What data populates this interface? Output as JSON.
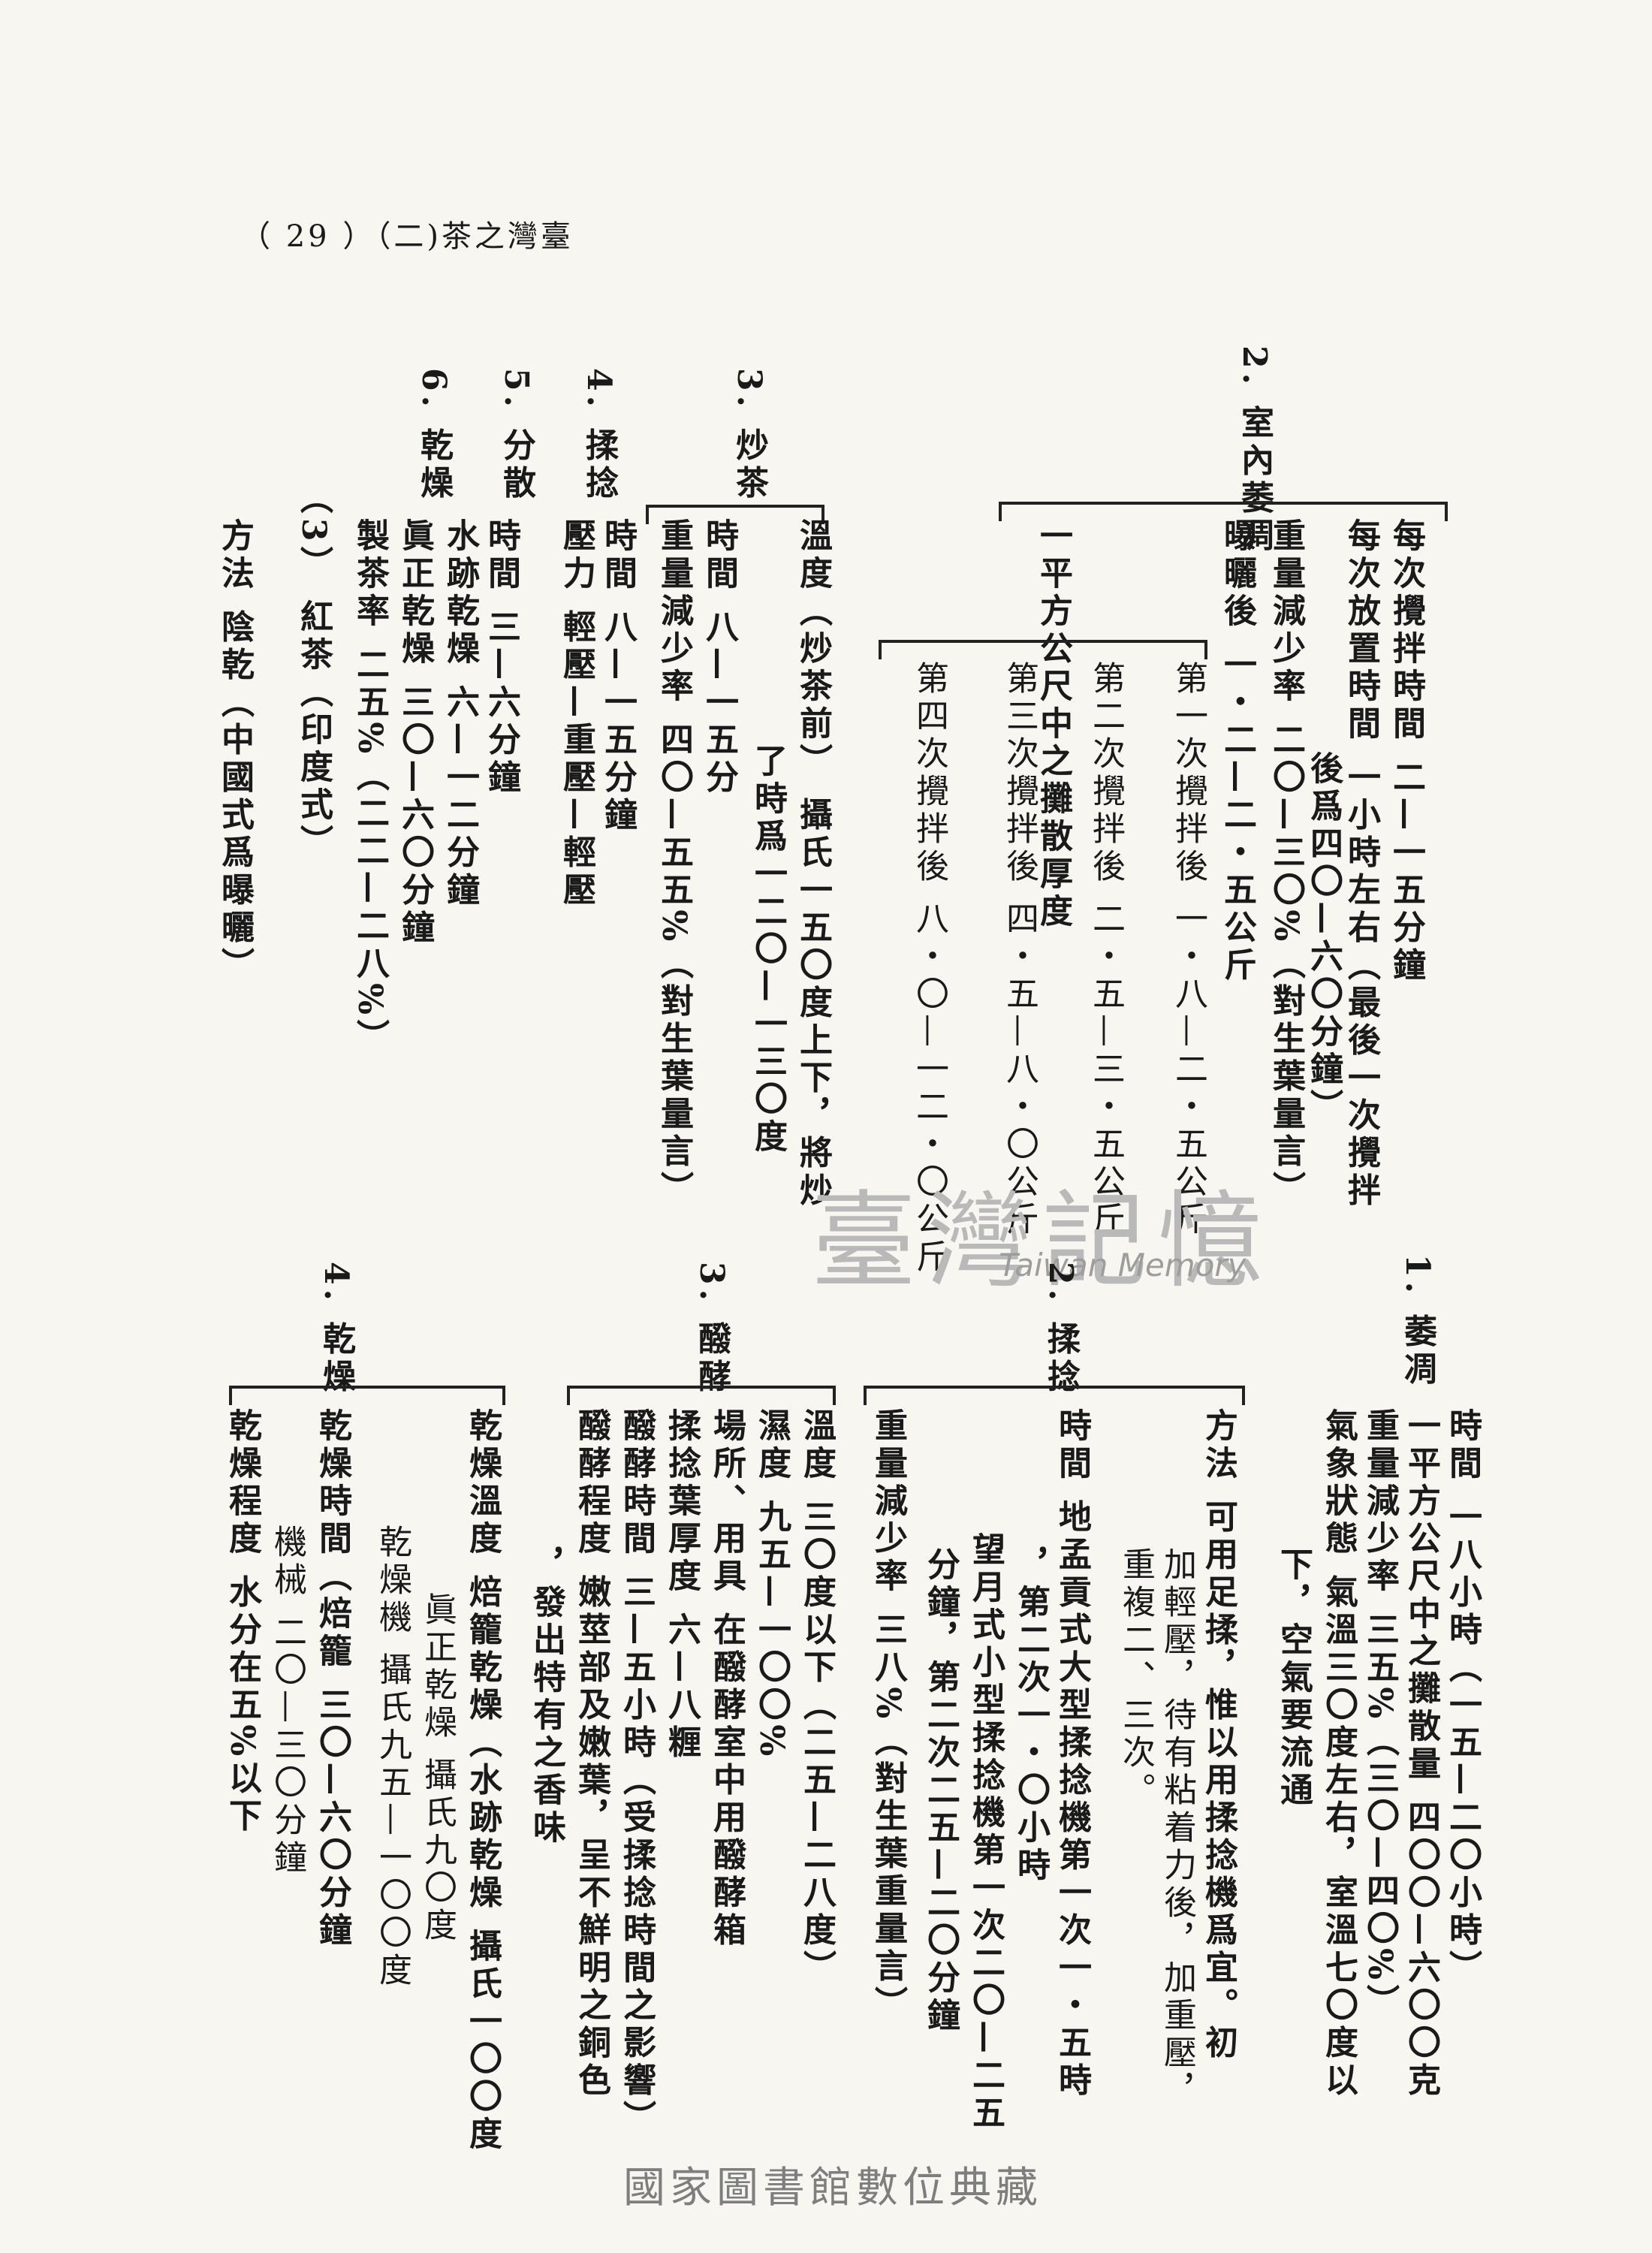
{
  "header": "（ 29 ）（二)茶之灣臺",
  "top": {
    "s2_title": "2. 室內萎凋",
    "s2_items": [
      "每次攪拌時間 二—一五分鐘",
      "每次放置時間 一小時左右（最後一次攪拌",
      "後爲四〇—六〇分鐘）",
      "重量減少率 二〇—三〇%（對生葉量言）",
      "曝曬後 一・二—二・五公斤",
      "一平方公尺中之攤散厚度",
      "第一次攪拌後 一・八—二・五公斤",
      "第二次攪拌後 二・五—三・五公斤",
      "第三次攪拌後 四・五—八・〇公斤",
      "第四次攪拌後 八・〇—一二・〇公斤"
    ],
    "s3_title": "3. 炒茶",
    "s3_items": [
      "溫度（炒茶前） 攝氏一五〇度上下，將炒",
      "了時爲一二〇—一三〇度",
      "時間 八—一五分",
      "重量減少率 四〇—五五%（對生葉量言）"
    ],
    "s4_title": "4. 揉捻",
    "s4_items": [
      "時間 八—一五分鐘",
      "壓力 輕壓—重壓—輕壓"
    ],
    "s5_title": "5. 分散",
    "s5_items": [
      "時間 三—六分鐘"
    ],
    "s6_title": "6. 乾燥",
    "s6_items": [
      "水跡乾燥 六—一二分鐘",
      "眞正乾燥 三〇—六〇分鐘",
      "製茶率 二五%（二二—二八%）"
    ],
    "s7_title": "（3） 紅茶（印度式）",
    "s7_items": [
      "方法 陰乾（中國式爲曝曬）"
    ]
  },
  "bottom": {
    "b1_title": "1. 萎凋",
    "b1_items": [
      "時間 一八小時（一五—二〇小時）",
      "一平方公尺中之攤散量 四〇〇—六〇〇克",
      "重量減少率 三五%（三〇—四〇%）",
      "氣象狀態 氣溫三〇度左右，室溫七〇度以",
      "下，空氣要流通"
    ],
    "b2_title": "2. 揉捻",
    "b2_items": [
      "方法 可用足揉，惟以用揉捻機爲宜。初",
      "加輕壓，待有粘着力後，加重壓，",
      "重複二、三次。",
      "時間 地孟貢式大型揉捻機第一次一・五時",
      "，第二次一・〇小時",
      "望月式小型揉捻機第一次二〇—二五",
      "分鐘，第二次二五—二〇分鐘",
      "重量減少率 三八%（對生葉重量言）"
    ],
    "b3_title": "3. 醱酵",
    "b3_items": [
      "溫度 三〇度以下（二五—二八度）",
      "濕度 九五—一〇〇%",
      "場所、用具 在醱酵室中用醱酵箱",
      "揉捻葉厚度 六—八糎",
      "醱酵時間 三—五小時（受揉捻時間之影響）",
      "醱酵程度 嫩莖部及嫩葉，呈不鮮明之銅色",
      "，發出特有之香味"
    ],
    "b4_title": "4. 乾燥",
    "b4_items": [
      "乾燥溫度 焙籠乾燥（水跡乾燥 攝氏一〇〇度",
      "眞正乾燥 攝氏九〇度",
      "乾燥機 攝氏九五—一〇〇度",
      "乾燥時間（焙籠 三〇—六〇分鐘",
      "機械 二〇—三〇分鐘",
      "乾燥程度 水分在五%以下"
    ]
  },
  "watermark": "臺灣記憶",
  "watermark_en": "Taiwan Memory",
  "footer": "國家圖書館數位典藏"
}
